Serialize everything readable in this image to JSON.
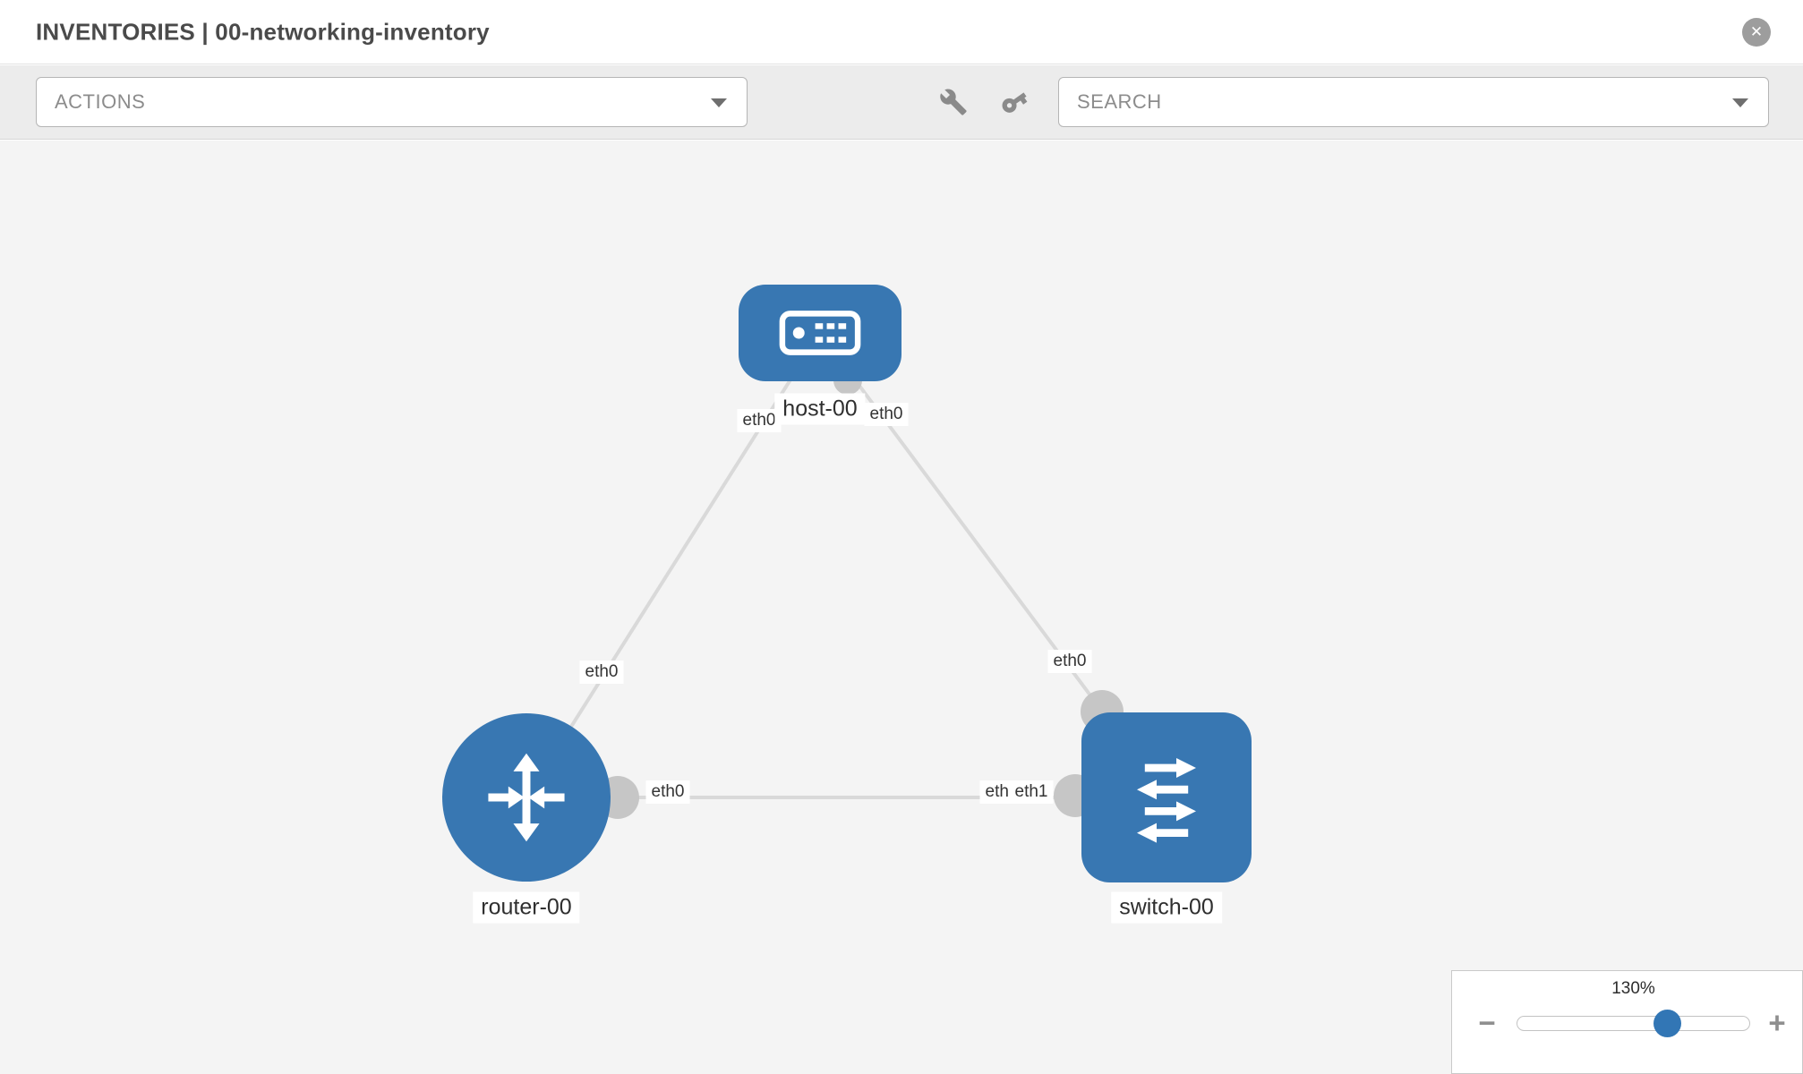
{
  "header": {
    "title": "INVENTORIES | 00-networking-inventory",
    "close_glyph": "✕"
  },
  "toolbar": {
    "actions_label": "ACTIONS",
    "search_label": "SEARCH"
  },
  "topology": {
    "nodes": [
      {
        "id": "host-00",
        "type": "host",
        "label": "host-00"
      },
      {
        "id": "router-00",
        "type": "router",
        "label": "router-00"
      },
      {
        "id": "switch-00",
        "type": "switch",
        "label": "switch-00"
      }
    ],
    "links": [
      {
        "source": "host-00",
        "target": "router-00",
        "source_interface": "eth0",
        "target_interface": "eth0"
      },
      {
        "source": "host-00",
        "target": "switch-00",
        "source_interface": "eth0",
        "target_interface": "eth0"
      },
      {
        "source": "router-00",
        "target": "switch-00",
        "source_interface": "eth0",
        "target_interface": "eth1"
      }
    ],
    "interface_labels": [
      "eth0",
      "eth0",
      "eth0",
      "eth0",
      "eth0",
      "eth0",
      "eth1"
    ]
  },
  "zoom": {
    "level": "130%",
    "minus_glyph": "−",
    "plus_glyph": "+"
  },
  "colors": {
    "node_blue": "#3877b2",
    "link_gray": "#d9d9d9",
    "endpoint_gray": "#c6c6c6",
    "canvas_bg": "#f4f4f4"
  }
}
